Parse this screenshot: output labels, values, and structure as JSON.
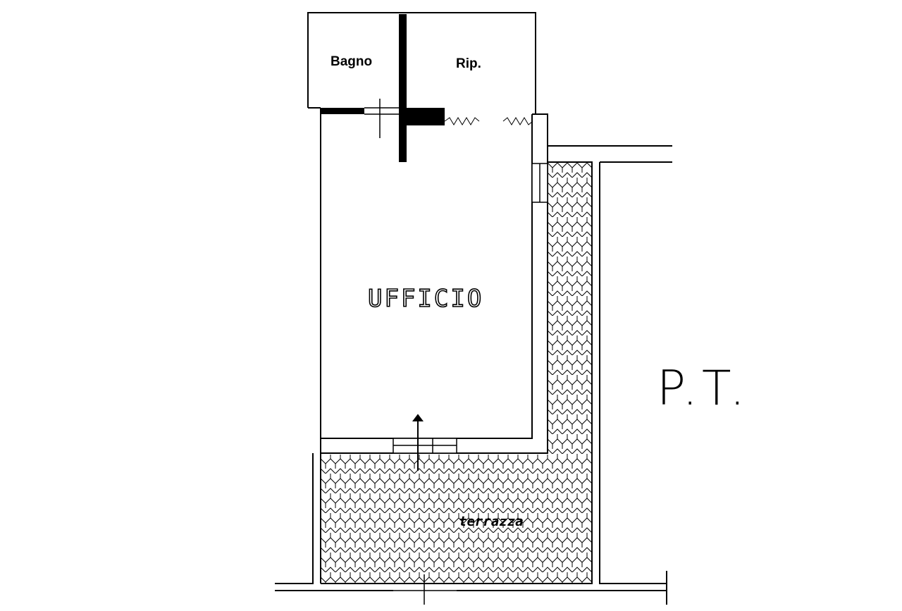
{
  "plan": {
    "rooms": {
      "bagno": "Bagno",
      "ripostiglio": "Rip.",
      "ufficio": "UFFICIO",
      "terrazza": "terrazza"
    },
    "floor_label": "P.T."
  }
}
